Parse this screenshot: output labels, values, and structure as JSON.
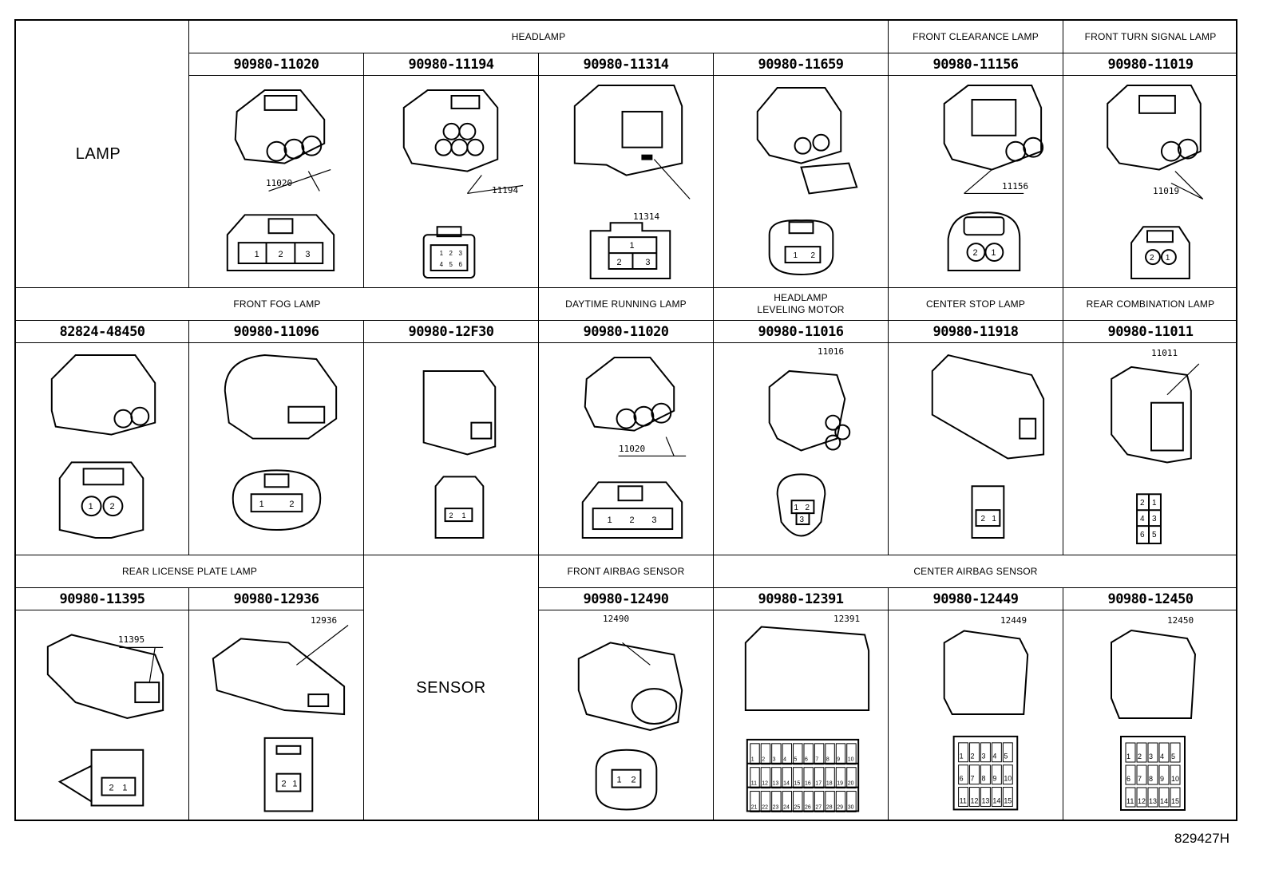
{
  "drawing_number": "829427H",
  "groups": {
    "lamp": "LAMP",
    "sensor": "SENSOR"
  },
  "row1": {
    "headers": [
      "HEADLAMP",
      "FRONT CLEARANCE LAMP",
      "FRONT TURN SIGNAL LAMP"
    ],
    "parts": [
      {
        "pn": "90980-11020",
        "ref": "11020",
        "pins": [
          "1",
          "2",
          "3"
        ]
      },
      {
        "pn": "90980-11194",
        "ref": "11194",
        "pins": [
          "1",
          "2",
          "3",
          "4",
          "5",
          "6"
        ]
      },
      {
        "pn": "90980-11314",
        "ref": "11314",
        "pins": [
          "1",
          "2",
          "3"
        ]
      },
      {
        "pn": "90980-11659",
        "ref": "",
        "pins": [
          "1",
          "2"
        ]
      },
      {
        "pn": "90980-11156",
        "ref": "11156",
        "pins": [
          "2",
          "1"
        ]
      },
      {
        "pn": "90980-11019",
        "ref": "11019",
        "pins": [
          "2",
          "1"
        ]
      }
    ]
  },
  "row2": {
    "headers": [
      "FRONT FOG LAMP",
      "DAYTIME RUNNING LAMP",
      "HEADLAMP",
      "LEVELING MOTOR",
      "CENTER STOP LAMP",
      "REAR COMBINATION LAMP"
    ],
    "parts": [
      {
        "pn": "82824-48450",
        "ref": "",
        "pins": [
          "1",
          "2"
        ]
      },
      {
        "pn": "90980-11096",
        "ref": "",
        "pins": [
          "1",
          "2"
        ]
      },
      {
        "pn": "90980-12F30",
        "ref": "",
        "pins": [
          "2",
          "1"
        ]
      },
      {
        "pn": "90980-11020",
        "ref": "11020",
        "pins": [
          "1",
          "2",
          "3"
        ]
      },
      {
        "pn": "90980-11016",
        "ref": "11016",
        "pins": [
          "1",
          "2",
          "3"
        ]
      },
      {
        "pn": "90980-11918",
        "ref": "",
        "pins": [
          "2",
          "1"
        ]
      },
      {
        "pn": "90980-11011",
        "ref": "11011",
        "pins": [
          "2",
          "1",
          "4",
          "3",
          "6",
          "5"
        ]
      }
    ]
  },
  "row3": {
    "headers": [
      "REAR LICENSE PLATE LAMP",
      "FRONT AIRBAG SENSOR",
      "CENTER AIRBAG SENSOR"
    ],
    "parts": [
      {
        "pn": "90980-11395",
        "ref": "11395",
        "pins": [
          "2",
          "1"
        ]
      },
      {
        "pn": "90980-12936",
        "ref": "12936",
        "pins": [
          "2",
          "1"
        ]
      },
      {
        "pn": "90980-12490",
        "ref": "12490",
        "pins": [
          "1",
          "2"
        ]
      },
      {
        "pn": "90980-12391",
        "ref": "12391",
        "pins": [
          "1",
          "2",
          "3",
          "4",
          "5",
          "6",
          "7",
          "8",
          "9",
          "10",
          "11",
          "12",
          "13",
          "14",
          "15",
          "16",
          "17",
          "18",
          "19",
          "20",
          "21",
          "22",
          "23",
          "24",
          "25",
          "26",
          "27",
          "28",
          "29",
          "30"
        ]
      },
      {
        "pn": "90980-12449",
        "ref": "12449",
        "pins": [
          "1",
          "2",
          "3",
          "4",
          "5",
          "6",
          "7",
          "8",
          "9",
          "10",
          "11",
          "12",
          "13",
          "14",
          "15"
        ]
      },
      {
        "pn": "90980-12450",
        "ref": "12450",
        "pins": [
          "1",
          "2",
          "3",
          "4",
          "5",
          "6",
          "7",
          "8",
          "9",
          "10",
          "11",
          "12",
          "13",
          "14",
          "15"
        ]
      }
    ]
  }
}
